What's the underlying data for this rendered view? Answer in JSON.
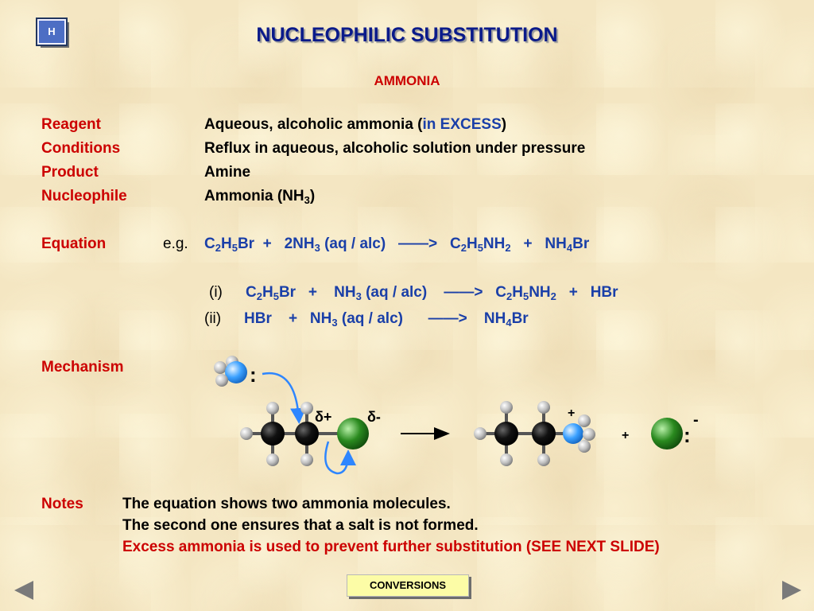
{
  "nav": {
    "home_label": "H",
    "conversions_label": "CONVERSIONS"
  },
  "header": {
    "title": "NUCLEOPHILIC SUBSTITUTION",
    "subtitle": "AMMONIA"
  },
  "properties": {
    "reagent": {
      "label": "Reagent",
      "value_pre": "Aqueous, alcoholic ammonia (",
      "value_highlight": "in EXCESS",
      "value_post": ")"
    },
    "conditions": {
      "label": "Conditions",
      "value": "Reflux in aqueous, alcoholic solution under pressure"
    },
    "product": {
      "label": "Product",
      "value": "Amine"
    },
    "nucleophile": {
      "label": "Nucleophile",
      "value": "Ammonia (NH",
      "sub": "3",
      "post": ")"
    }
  },
  "equation": {
    "label": "Equation",
    "eg": "e.g.",
    "line_main": {
      "r1": "C",
      "r1s1": "2",
      "r1b": "H",
      "r1s2": "5",
      "r1c": "Br",
      "plus1": "+",
      "r2": "2NH",
      "r2s": "3",
      "cond": "(aq / alc)",
      "arrow": "——>",
      "p1": "C",
      "p1s1": "2",
      "p1b": "H",
      "p1s2": "5",
      "p1c": "NH",
      "p1s3": "2",
      "plus2": "+",
      "p2": "NH",
      "p2s": "4",
      "p2c": "Br"
    },
    "step1": {
      "tag": "(i)",
      "r1": "C",
      "r1s1": "2",
      "r1b": "H",
      "r1s2": "5",
      "r1c": "Br",
      "plus1": "+",
      "r2": "NH",
      "r2s": "3",
      "cond": "(aq / alc)",
      "arrow": "——>",
      "p1": "C",
      "p1s1": "2",
      "p1b": "H",
      "p1s2": "5",
      "p1c": "NH",
      "p1s3": "2",
      "plus2": "+",
      "p2": "HBr"
    },
    "step2": {
      "tag": "(ii)",
      "r1": "HBr",
      "plus1": "+",
      "r2": "NH",
      "r2s": "3",
      "cond": "(aq / alc)",
      "arrow": "——>",
      "p1": "NH",
      "p1s": "4",
      "p1c": "Br"
    }
  },
  "mechanism": {
    "label": "Mechanism",
    "lone_pair": ":",
    "delta_plus": "δ+",
    "delta_minus": "δ-",
    "plus_charge": "+",
    "minus_charge": "-",
    "plus_sign": "+",
    "colors": {
      "carbon": "#111111",
      "hydrogen": "#bdbdbd",
      "nitrogen": "#3aa0ff",
      "bromine": "#2a8a1f",
      "arrow": "#2e86ff"
    }
  },
  "notes": {
    "label": "Notes",
    "line1": "The equation shows two ammonia molecules.",
    "line2": "The second one ensures that a salt is not formed.",
    "line3": "Excess ammonia is used to prevent further substitution  (SEE NEXT SLIDE)"
  }
}
